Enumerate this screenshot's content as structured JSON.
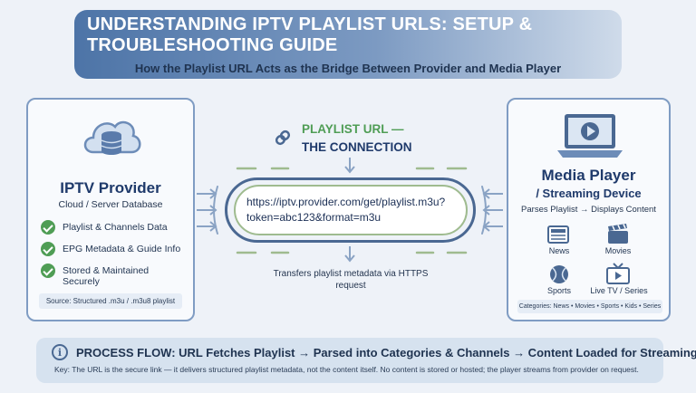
{
  "header": {
    "title": "UNDERSTANDING IPTV PLAYLIST URLS: SETUP & TROUBLESHOOTING GUIDE",
    "subtitle": "How the Playlist URL Acts as the Bridge Between Provider and Media Player"
  },
  "provider": {
    "title": "IPTV Provider",
    "subtitle": "Cloud / Server Database",
    "items": [
      "Playlist & Channels Data",
      "EPG Metadata & Guide Info",
      "Stored & Maintained Securely"
    ],
    "source": "Source: Structured .m3u / .m3u8 playlist",
    "icon": "cloud-database-icon"
  },
  "connection": {
    "title": "PLAYLIST URL —",
    "subtitle": "THE CONNECTION",
    "url_line1": "https://iptv.provider.com/get/playlist.m3u?",
    "url_line2": "token=abc123&format=m3u",
    "transfer": "Transfers playlist metadata via HTTPS request",
    "icon": "link-icon"
  },
  "player": {
    "title": "Media Player",
    "subtitle": "/ Streaming Device",
    "description": "Parses Playlist → Displays Content",
    "categories": [
      "News",
      "Movies",
      "Sports",
      "Live TV / Series"
    ],
    "categories_note": "Categories: News • Movies • Sports • Kids • Series",
    "icon": "laptop-play-icon"
  },
  "process": {
    "main": "PROCESS FLOW: URL Fetches Playlist → Parsed into Categories & Channels → Content Loaded for Streaming",
    "key": "Key: The URL is the secure link — it delivers structured playlist metadata, not the content itself. No content is stored or hosted; the player streams from provider on request.",
    "icon": "info-icon"
  },
  "colors": {
    "accent": "#4a6892",
    "green": "#4f9d55",
    "navy": "#1f3a6b",
    "background": "#eef2f8"
  }
}
